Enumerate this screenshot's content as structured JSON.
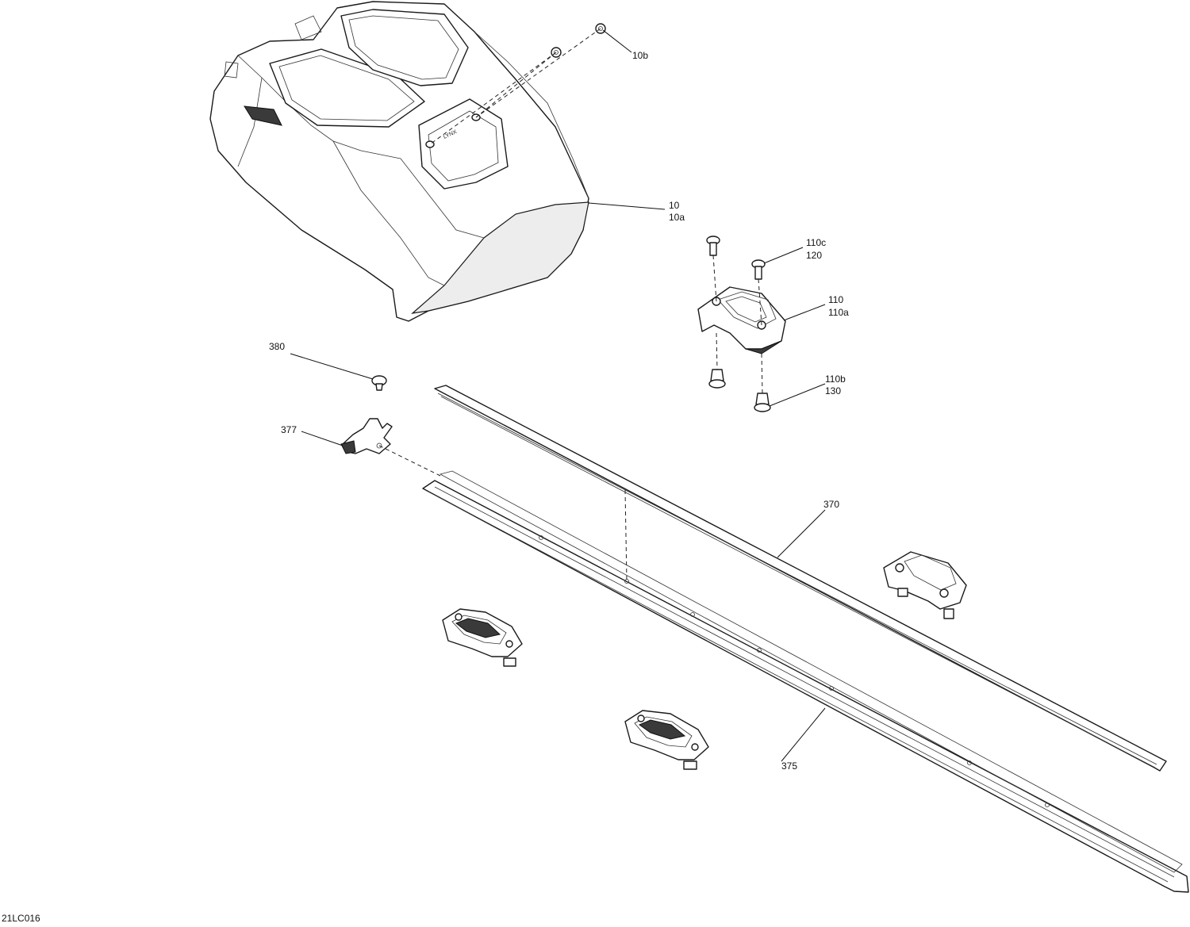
{
  "diagram_id": "21LC016",
  "callouts": {
    "c_10b": "10b",
    "c_10": "10",
    "c_10a": "10a",
    "c_110c": "110c",
    "c_120": "120",
    "c_110": "110",
    "c_110a": "110a",
    "c_110b": "110b",
    "c_130": "130",
    "c_380": "380",
    "c_377": "377",
    "c_370": "370",
    "c_375": "375"
  }
}
